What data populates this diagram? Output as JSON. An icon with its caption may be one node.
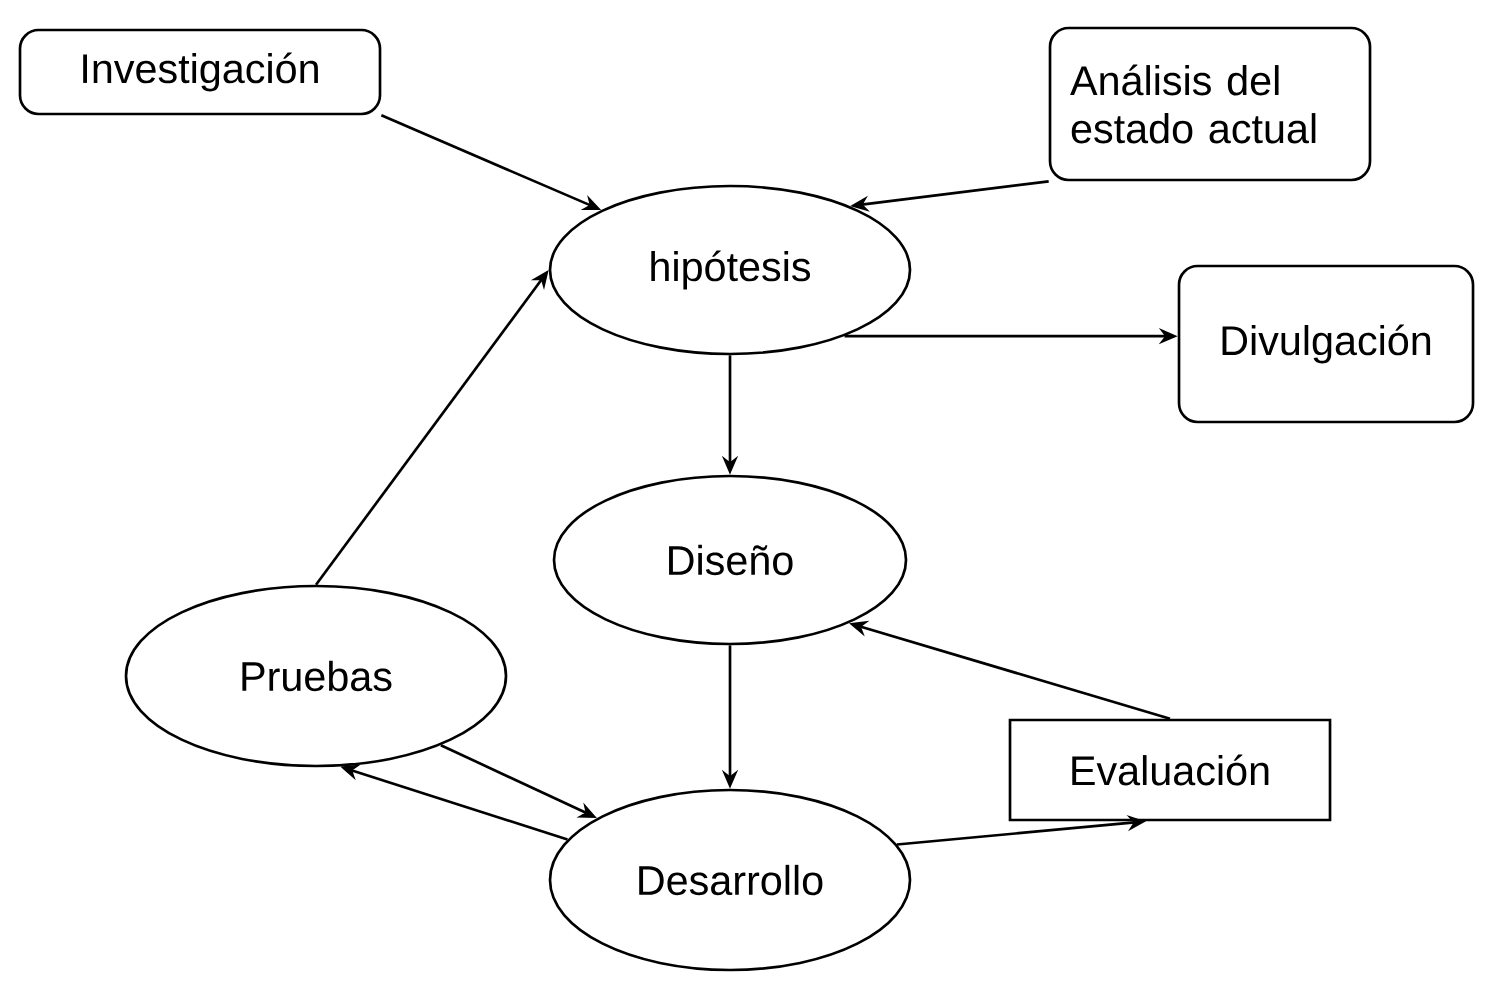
{
  "diagram": {
    "nodes": [
      {
        "text": [
          "Investigación"
        ]
      },
      {
        "text": [
          "Análisis del estado actual"
        ]
      },
      {
        "text": [
          "hipótesis"
        ]
      },
      {
        "text": [
          "Divulgación"
        ]
      },
      {
        "text": [
          "Diseño"
        ]
      },
      {
        "text": [
          "Pruebas"
        ]
      },
      {
        "text": [
          "Evaluación"
        ]
      },
      {
        "text": [
          "Desarrollo"
        ]
      }
    ],
    "edges": [
      {
        "from": 0,
        "to": 2,
        "arrow": "to"
      },
      {
        "from": 1,
        "to": 2,
        "arrow": "to"
      },
      {
        "from": 2,
        "to": 3,
        "arrow": "to"
      },
      {
        "from": 2,
        "to": 4,
        "arrow": "to"
      },
      {
        "from": 4,
        "to": 7,
        "arrow": "to"
      },
      {
        "from": 5,
        "to": 2,
        "arrow": "to"
      },
      {
        "from": 5,
        "to": 7,
        "arrow": "to"
      },
      {
        "from": 7,
        "to": 5,
        "arrow": "to"
      },
      {
        "from": 7,
        "to": 6,
        "arrow": "to"
      },
      {
        "from": 6,
        "to": 4,
        "arrow": "to"
      }
    ]
  }
}
